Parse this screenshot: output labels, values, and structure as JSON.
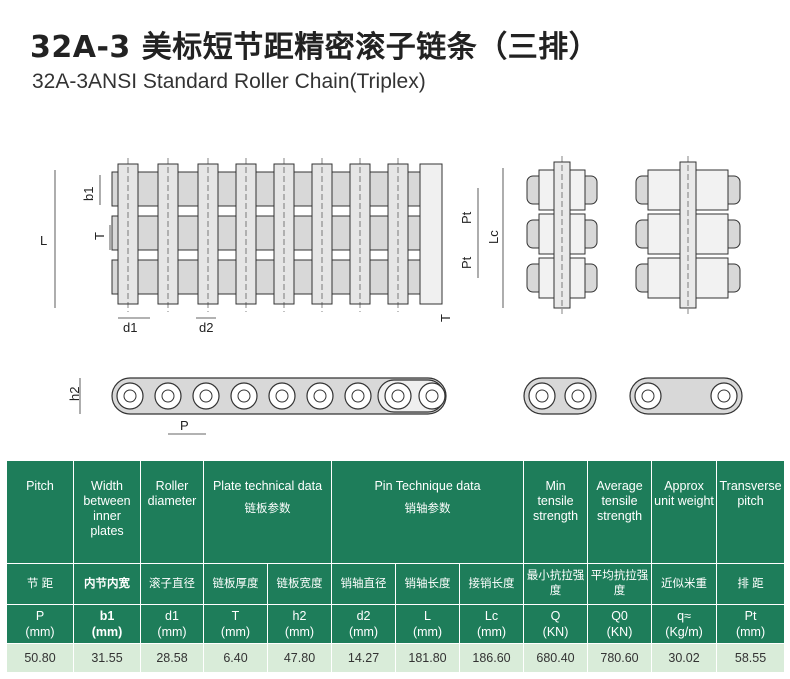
{
  "title_cn": "32A-3 美标短节距精密滚子链条（三排）",
  "title_en": "32A-3ANSI Standard Roller Chain(Triplex)",
  "diagram_labels": {
    "L": "L",
    "b1": "b1",
    "T": "T",
    "Pt": "Pt",
    "Lc": "Lc",
    "d1": "d1",
    "d2": "d2",
    "h2": "h2",
    "P": "P"
  },
  "table": {
    "headers": {
      "pitch": "Pitch",
      "width": "Width between inner plates",
      "roller": "Roller diameter",
      "plate_group": "Plate technical data",
      "plate_group_cn": "链板参数",
      "pin_group": "Pin Technique data",
      "pin_group_cn": "销轴参数",
      "min_tensile": "Min tensile strength",
      "avg_tensile": "Average tensile strength",
      "weight": "Approx unit weight",
      "transverse": "Transverse pitch"
    },
    "cn_labels": {
      "pitch": "节 距",
      "width": "内节内宽",
      "roller": "滚子直径",
      "plate_thickness": "链板厚度",
      "plate_height": "链板宽度",
      "pin_diameter": "销轴直径",
      "pin_length": "销轴长度",
      "pin_length_lc": "接销长度",
      "min_tensile": "最小抗拉强度",
      "avg_tensile": "平均抗拉强度",
      "weight": "近似米重",
      "transverse": "排 距"
    },
    "units": [
      {
        "sym": "P",
        "unit": "(mm)"
      },
      {
        "sym": "b1",
        "unit": "(mm)"
      },
      {
        "sym": "d1",
        "unit": "(mm)"
      },
      {
        "sym": "T",
        "unit": "(mm)"
      },
      {
        "sym": "h2",
        "unit": "(mm)"
      },
      {
        "sym": "d2",
        "unit": "(mm)"
      },
      {
        "sym": "L",
        "unit": "(mm)"
      },
      {
        "sym": "Lc",
        "unit": "(mm)"
      },
      {
        "sym": "Q",
        "unit": "(KN)"
      },
      {
        "sym": "Q0",
        "unit": "(KN)"
      },
      {
        "sym": "q≈",
        "unit": "(Kg/m)"
      },
      {
        "sym": "Pt",
        "unit": "(mm)"
      }
    ],
    "values": [
      "50.80",
      "31.55",
      "28.58",
      "6.40",
      "47.80",
      "14.27",
      "181.80",
      "186.60",
      "680.40",
      "780.60",
      "30.02",
      "58.55"
    ]
  },
  "colors": {
    "header_green": "#1e7d5a",
    "data_row": "#d9ecd9",
    "chain_fill": "#d8d8d8",
    "chain_stroke": "#333333"
  }
}
